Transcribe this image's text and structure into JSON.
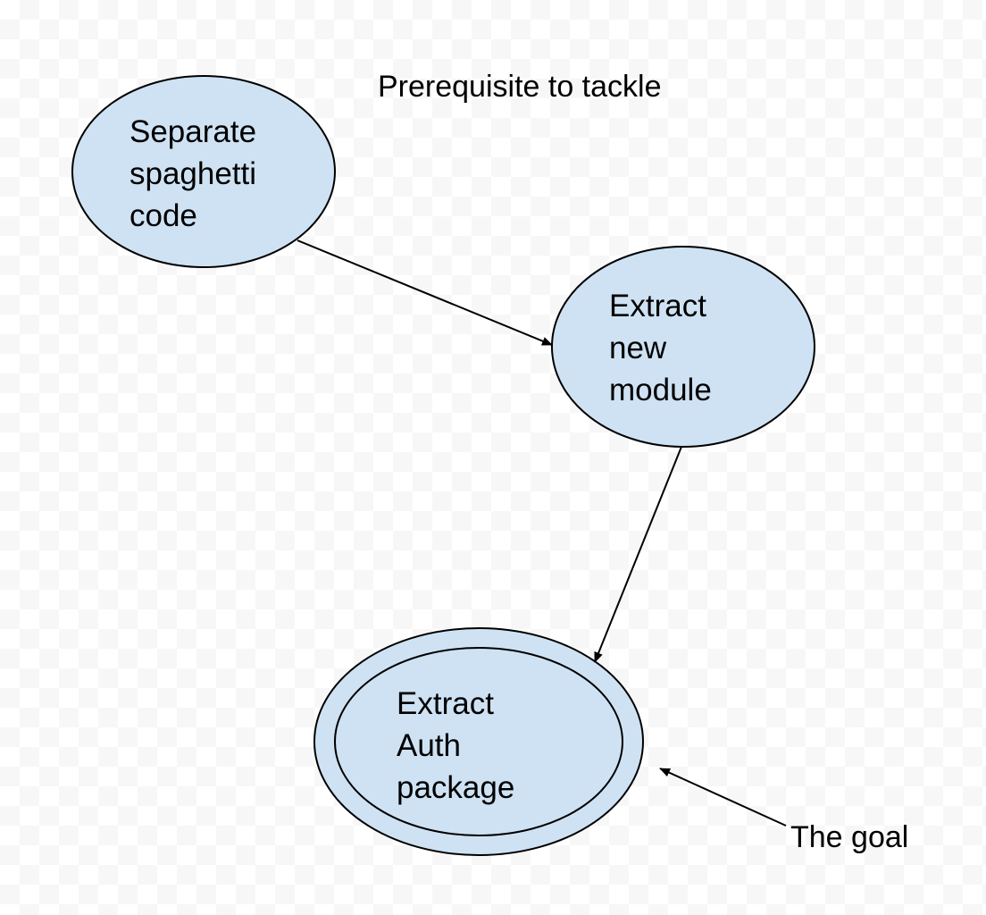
{
  "caption": "Prerequisite to tackle",
  "nodes": [
    {
      "lines": [
        "Separate",
        "spaghetti",
        "code"
      ]
    },
    {
      "lines": [
        "Extract",
        "new",
        "module"
      ]
    },
    {
      "lines": [
        "Extract",
        "Auth",
        "package"
      ]
    }
  ],
  "goal_label": "The goal",
  "colors": {
    "node_fill": "#cfe2f3",
    "stroke": "#000000"
  }
}
